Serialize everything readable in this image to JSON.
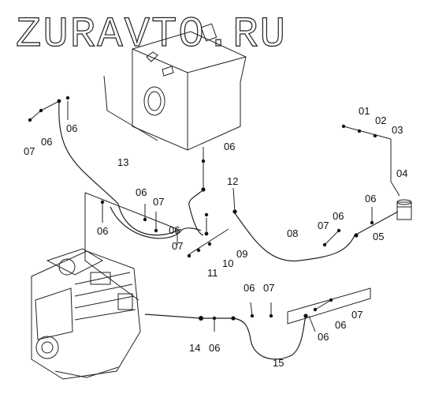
{
  "watermark": "ZURAVTO.RU",
  "labels": {
    "l01": "01",
    "l02": "02",
    "l03": "03",
    "l04": "04",
    "l05": "05",
    "l06": "06",
    "l07": "07",
    "l08": "08",
    "l09": "09",
    "l10": "10",
    "l11": "11",
    "l12": "12",
    "l13": "13",
    "l14": "14",
    "l15": "15"
  },
  "components": [
    "fuel-tank",
    "engine",
    "fuel-filter"
  ]
}
